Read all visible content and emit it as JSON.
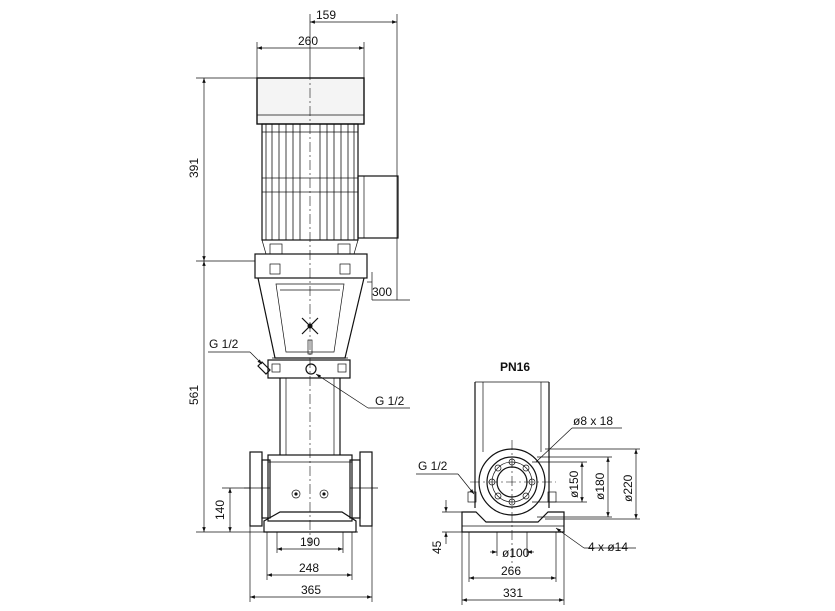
{
  "front_view": {
    "dims": {
      "top_offset": "159",
      "motor_width": "260",
      "motor_height": "391",
      "motor_depth": "300",
      "pump_height": "561",
      "port_height": "140",
      "base_bolt": "190",
      "base_width": "248",
      "flange_span": "365"
    },
    "ports": {
      "vent_left": "G 1/2",
      "drain_center": "G 1/2"
    }
  },
  "base_view": {
    "pressure_rating": "PN16",
    "dims": {
      "bolt_holes": "ø8 x 18",
      "bolt_circle": "ø150",
      "flange_inner": "ø180",
      "flange_outer": "ø220",
      "drain_port": "G 1/2",
      "base_height": "45",
      "bore": "ø100",
      "anchor_holes": "4 x ø14",
      "base_bolt": "266",
      "base_width": "331"
    }
  }
}
